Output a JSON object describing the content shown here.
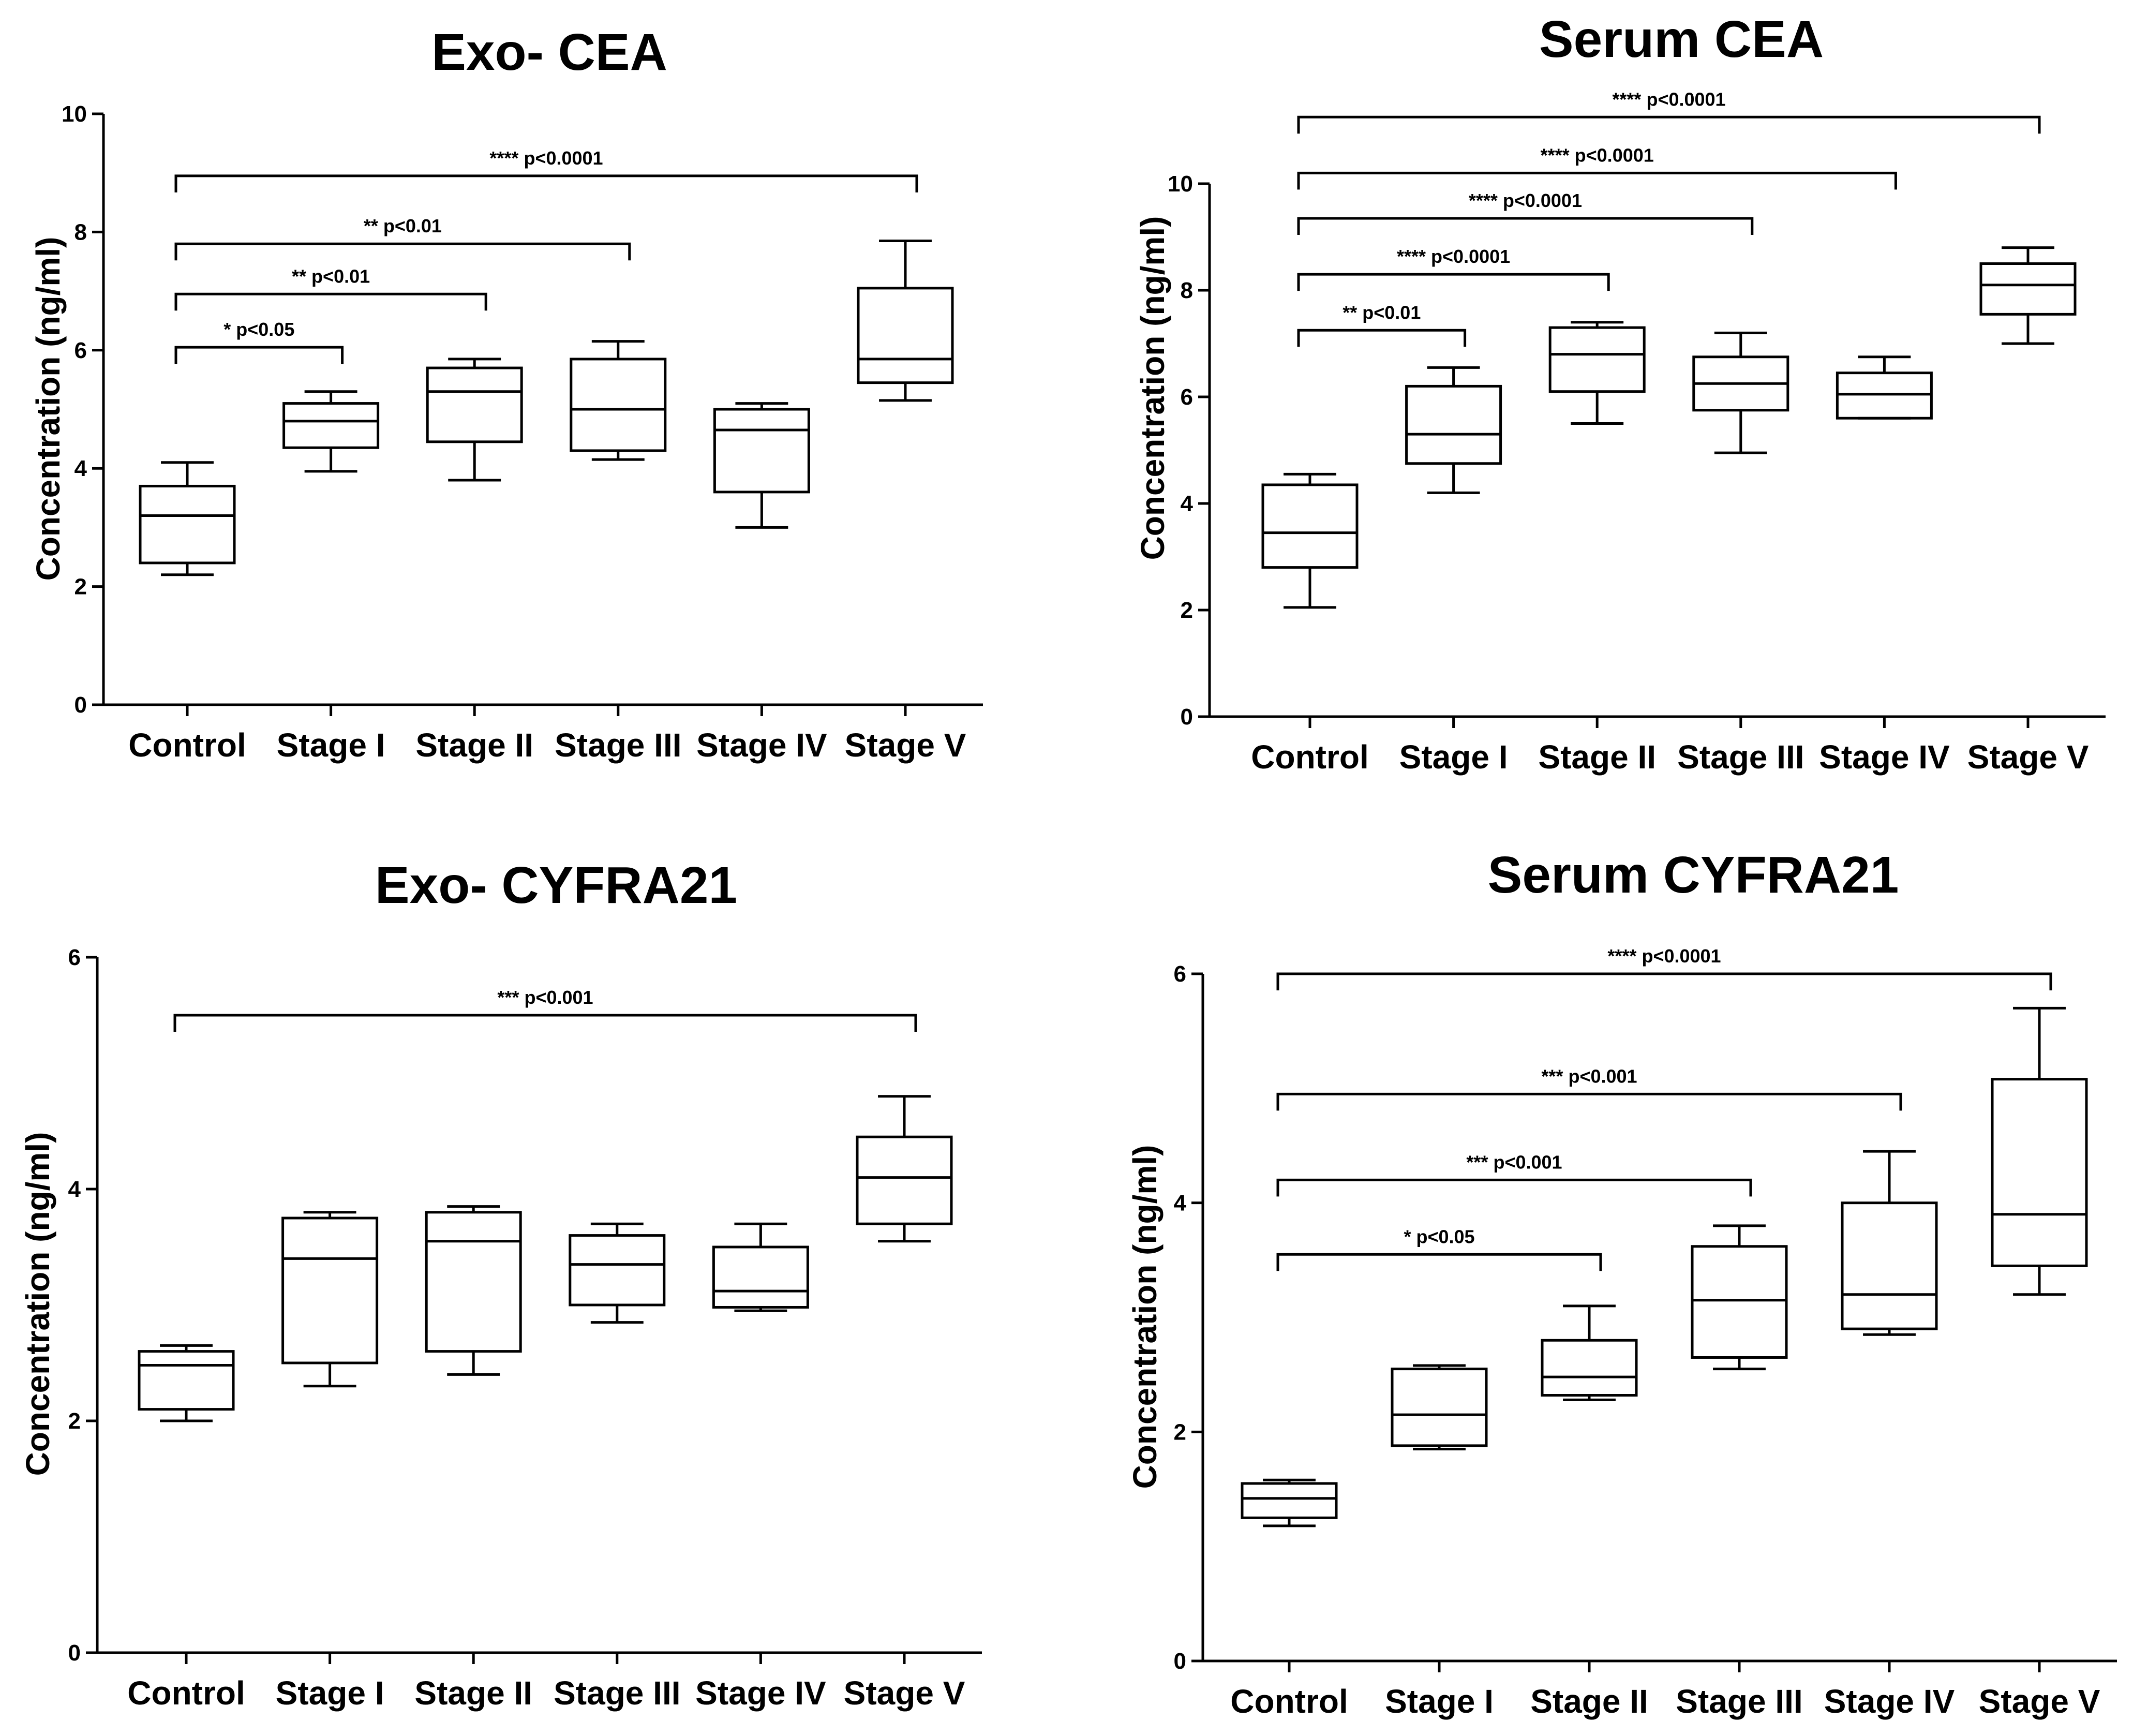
{
  "chart_data": [
    {
      "type": "box",
      "title": "Exo- CEA",
      "ylabel": "Concentration (ng/ml)",
      "xlabel": "",
      "categories": [
        "Control",
        "Stage I",
        "Stage II",
        "Stage III",
        "Stage IV",
        "Stage V"
      ],
      "ylim": [
        0,
        10
      ],
      "yticks": [
        0,
        2,
        4,
        6,
        8,
        10
      ],
      "boxes": [
        {
          "min": 2.2,
          "q1": 2.4,
          "median": 3.2,
          "q3": 3.7,
          "max": 4.1
        },
        {
          "min": 3.95,
          "q1": 4.35,
          "median": 4.8,
          "q3": 5.1,
          "max": 5.3
        },
        {
          "min": 3.8,
          "q1": 4.45,
          "median": 5.3,
          "q3": 5.7,
          "max": 5.85
        },
        {
          "min": 4.15,
          "q1": 4.3,
          "median": 5.0,
          "q3": 5.85,
          "max": 6.15
        },
        {
          "min": 3.0,
          "q1": 3.6,
          "median": 4.65,
          "q3": 5.0,
          "max": 5.1
        },
        {
          "min": 5.15,
          "q1": 5.45,
          "median": 5.85,
          "q3": 7.05,
          "max": 7.85
        }
      ],
      "significance": [
        {
          "from": 0,
          "to": 1,
          "y": 6.05,
          "label": "* p<0.05"
        },
        {
          "from": 0,
          "to": 2,
          "y": 6.95,
          "label": "** p<0.01"
        },
        {
          "from": 0,
          "to": 3,
          "y": 7.8,
          "label": "** p<0.01"
        },
        {
          "from": 0,
          "to": 5,
          "y": 8.95,
          "label": "**** p<0.0001"
        }
      ]
    },
    {
      "type": "box",
      "title": "Serum CEA",
      "ylabel": "Concentration (ng/ml)",
      "xlabel": "",
      "categories": [
        "Control",
        "Stage I",
        "Stage II",
        "Stage III",
        "Stage IV",
        "Stage V"
      ],
      "ylim": [
        0,
        10
      ],
      "yticks": [
        0,
        2,
        4,
        6,
        8,
        10
      ],
      "boxes": [
        {
          "min": 2.05,
          "q1": 2.8,
          "median": 3.45,
          "q3": 4.35,
          "max": 4.55
        },
        {
          "min": 4.2,
          "q1": 4.75,
          "median": 5.3,
          "q3": 6.2,
          "max": 6.55
        },
        {
          "min": 5.5,
          "q1": 6.1,
          "median": 6.8,
          "q3": 7.3,
          "max": 7.4
        },
        {
          "min": 4.95,
          "q1": 5.75,
          "median": 6.25,
          "q3": 6.75,
          "max": 7.2
        },
        {
          "min": 5.6,
          "q1": 5.6,
          "median": 6.05,
          "q3": 6.45,
          "max": 6.75
        },
        {
          "min": 7.0,
          "q1": 7.55,
          "median": 8.1,
          "q3": 8.5,
          "max": 8.8
        }
      ],
      "significance": [
        {
          "from": 0,
          "to": 1,
          "y": 7.25,
          "label": "** p<0.01"
        },
        {
          "from": 0,
          "to": 2,
          "y": 8.3,
          "label": "**** p<0.0001"
        },
        {
          "from": 0,
          "to": 3,
          "y": 9.35,
          "label": "**** p<0.0001"
        },
        {
          "from": 0,
          "to": 4,
          "y": 10.2,
          "label": "**** p<0.0001"
        },
        {
          "from": 0,
          "to": 5,
          "y": 11.25,
          "label": "**** p<0.0001"
        }
      ]
    },
    {
      "type": "box",
      "title": "Exo- CYFRA21",
      "ylabel": "Concentration (ng/ml)",
      "xlabel": "",
      "categories": [
        "Control",
        "Stage I",
        "Stage II",
        "Stage III",
        "Stage IV",
        "Stage V"
      ],
      "ylim": [
        0,
        6
      ],
      "yticks": [
        0,
        2,
        4,
        6
      ],
      "boxes": [
        {
          "min": 2.0,
          "q1": 2.1,
          "median": 2.48,
          "q3": 2.6,
          "max": 2.65
        },
        {
          "min": 2.3,
          "q1": 2.5,
          "median": 3.4,
          "q3": 3.75,
          "max": 3.8
        },
        {
          "min": 2.4,
          "q1": 2.6,
          "median": 3.55,
          "q3": 3.8,
          "max": 3.85
        },
        {
          "min": 2.85,
          "q1": 3.0,
          "median": 3.35,
          "q3": 3.6,
          "max": 3.7
        },
        {
          "min": 2.95,
          "q1": 2.98,
          "median": 3.12,
          "q3": 3.5,
          "max": 3.7
        },
        {
          "min": 3.55,
          "q1": 3.7,
          "median": 4.1,
          "q3": 4.45,
          "max": 4.8
        }
      ],
      "significance": [
        {
          "from": 0,
          "to": 5,
          "y": 5.5,
          "label": "*** p<0.001"
        }
      ]
    },
    {
      "type": "box",
      "title": "Serum CYFRA21",
      "ylabel": "Concentration (ng/ml)",
      "xlabel": "",
      "categories": [
        "Control",
        "Stage I",
        "Stage II",
        "Stage III",
        "Stage IV",
        "Stage V"
      ],
      "ylim": [
        0,
        6
      ],
      "yticks": [
        0,
        2,
        4,
        6
      ],
      "boxes": [
        {
          "min": 1.18,
          "q1": 1.25,
          "median": 1.42,
          "q3": 1.55,
          "max": 1.58
        },
        {
          "min": 1.85,
          "q1": 1.88,
          "median": 2.15,
          "q3": 2.55,
          "max": 2.58
        },
        {
          "min": 2.28,
          "q1": 2.32,
          "median": 2.48,
          "q3": 2.8,
          "max": 3.1
        },
        {
          "min": 2.55,
          "q1": 2.65,
          "median": 3.15,
          "q3": 3.62,
          "max": 3.8
        },
        {
          "min": 2.85,
          "q1": 2.9,
          "median": 3.2,
          "q3": 4.0,
          "max": 4.45
        },
        {
          "min": 3.2,
          "q1": 3.45,
          "median": 3.9,
          "q3": 5.08,
          "max": 5.7
        }
      ],
      "significance": [
        {
          "from": 0,
          "to": 2,
          "y": 3.55,
          "label": "* p<0.05"
        },
        {
          "from": 0,
          "to": 3,
          "y": 4.2,
          "label": "*** p<0.001"
        },
        {
          "from": 0,
          "to": 4,
          "y": 4.95,
          "label": "*** p<0.001"
        },
        {
          "from": 0,
          "to": 5,
          "y": 6.0,
          "label": "**** p<0.0001"
        }
      ]
    }
  ]
}
